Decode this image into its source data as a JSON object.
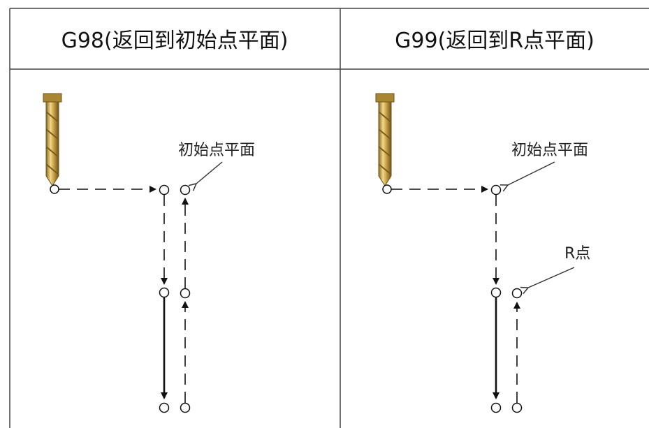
{
  "headers": {
    "left": "G98(返回到初始点平面)",
    "right": "G99(返回到R点平面)"
  },
  "labels": {
    "initial_plane_left": "初始点平面",
    "initial_plane_right": "初始点平面",
    "r_point": "R点"
  },
  "colors": {
    "border": "#444444",
    "line": "#111111",
    "tool_gold": "#c9a24a"
  }
}
